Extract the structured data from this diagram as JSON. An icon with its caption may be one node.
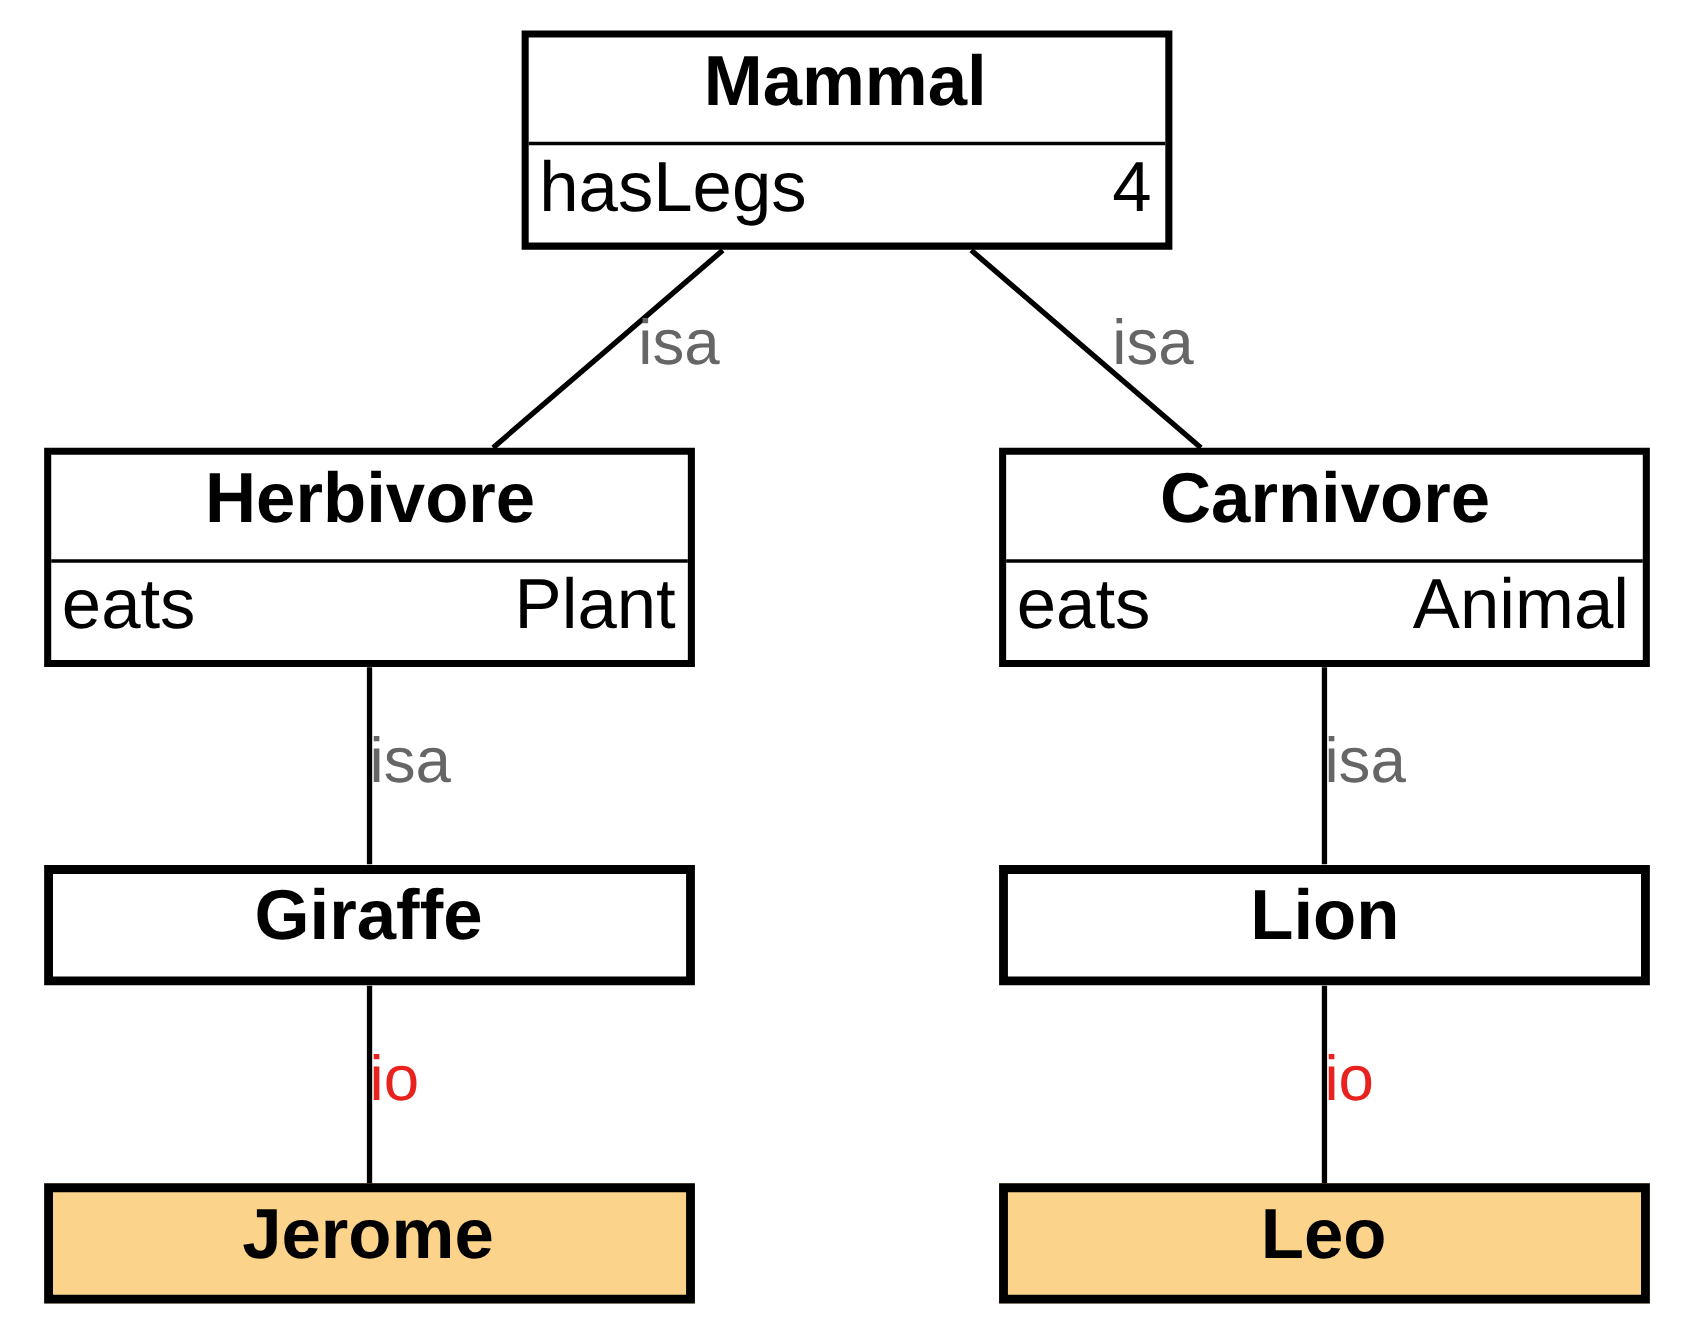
{
  "diagram": {
    "nodes": [
      {
        "text": [
          "Mammal",
          "hasLegs",
          "4"
        ]
      },
      {
        "text": [
          "Herbivore",
          "eats",
          "Plant"
        ]
      },
      {
        "text": [
          "Carnivore",
          "eats",
          "Animal"
        ]
      },
      {
        "text": [
          "Giraffe"
        ]
      },
      {
        "text": [
          "Lion"
        ]
      },
      {
        "text": [
          "Jerome"
        ]
      },
      {
        "text": [
          "Leo"
        ]
      }
    ],
    "edges": [
      {
        "from": 0,
        "to": 1,
        "arrow": "none",
        "label": "isa"
      },
      {
        "from": 0,
        "to": 2,
        "arrow": "none",
        "label": "isa"
      },
      {
        "from": 1,
        "to": 3,
        "arrow": "none",
        "label": "isa"
      },
      {
        "from": 2,
        "to": 4,
        "arrow": "none",
        "label": "isa"
      },
      {
        "from": 3,
        "to": 5,
        "arrow": "none",
        "label": "io"
      },
      {
        "from": 4,
        "to": 6,
        "arrow": "none",
        "label": "io"
      }
    ]
  }
}
